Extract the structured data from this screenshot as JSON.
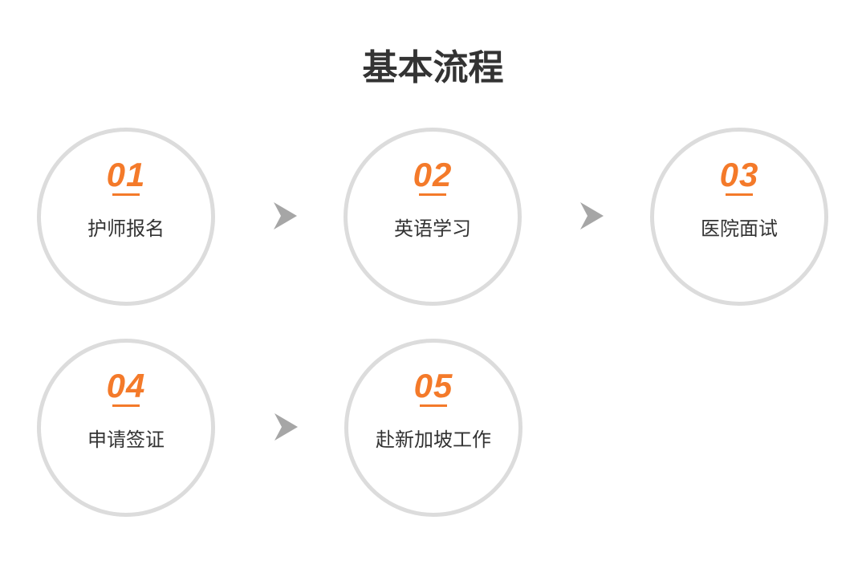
{
  "title": "基本流程",
  "steps": [
    {
      "num": "01",
      "label": "护师报名"
    },
    {
      "num": "02",
      "label": "英语学习"
    },
    {
      "num": "03",
      "label": "医院面试"
    },
    {
      "num": "04",
      "label": "申请签证"
    },
    {
      "num": "05",
      "label": "赴新加坡工作"
    }
  ],
  "colors": {
    "accent": "#f47a2a",
    "ring": "#dcdcdc",
    "arrow": "#a6a6a6"
  }
}
